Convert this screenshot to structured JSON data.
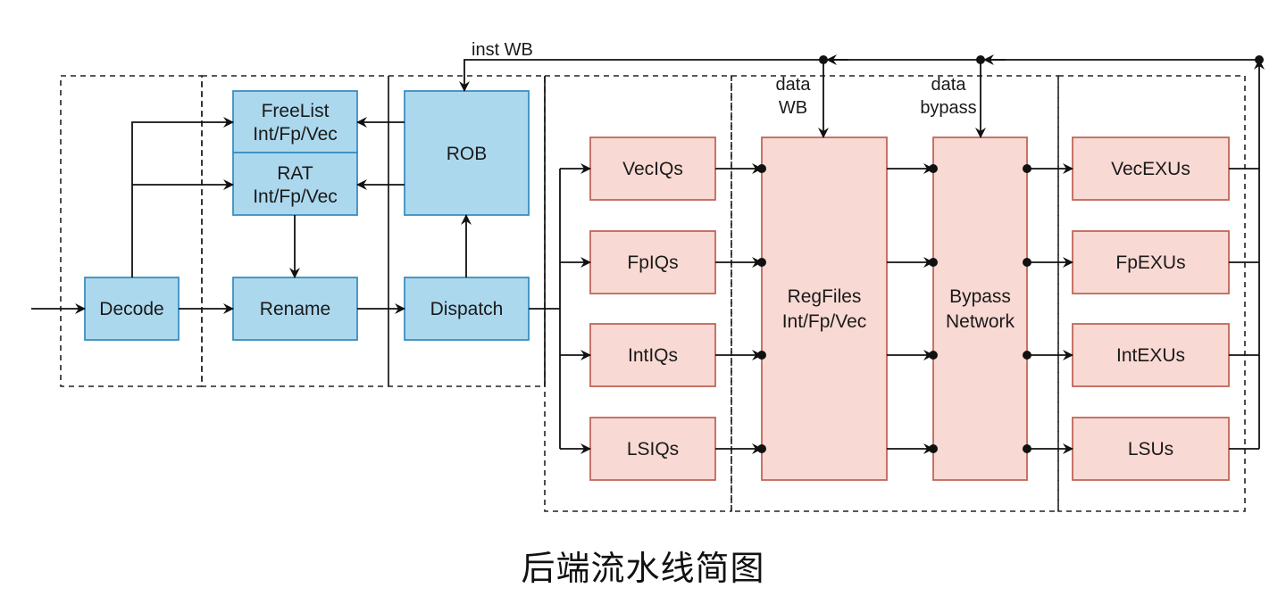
{
  "caption": "后端流水线简图",
  "colors": {
    "frontend_fill": "#acd8ee",
    "frontend_stroke": "#3a8fbf",
    "backend_fill": "#f9d9d3",
    "backend_stroke": "#c0665a",
    "line": "#111111"
  },
  "frontend": {
    "decode": "Decode",
    "freelist": [
      "FreeList",
      "Int/Fp/Vec"
    ],
    "rat": [
      "RAT",
      "Int/Fp/Vec"
    ],
    "rename": "Rename",
    "rob": "ROB",
    "dispatch": "Dispatch"
  },
  "issue_queues": [
    "VecIQs",
    "FpIQs",
    "IntIQs",
    "LSIQs"
  ],
  "regfiles": [
    "RegFiles",
    "Int/Fp/Vec"
  ],
  "bypass": [
    "Bypass",
    "Network"
  ],
  "exec_units": [
    "VecEXUs",
    "FpEXUs",
    "IntEXUs",
    "LSUs"
  ],
  "edge_labels": {
    "inst_wb": "inst WB",
    "data_wb": [
      "data",
      "WB"
    ],
    "data_bypass": [
      "data",
      "bypass"
    ]
  }
}
